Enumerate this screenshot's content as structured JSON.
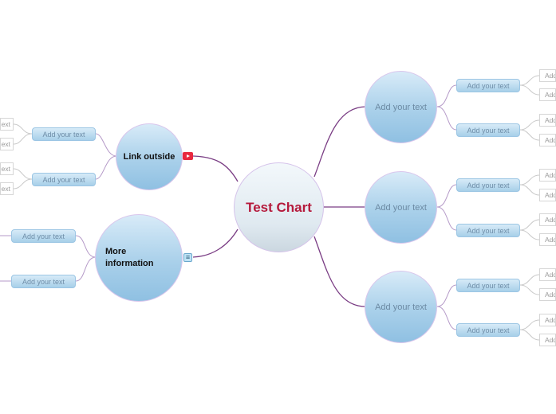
{
  "root": {
    "label": "Test Chart"
  },
  "left": [
    {
      "label": "Link outside",
      "icon": "video-link-icon",
      "children": [
        {
          "label": "Add your text",
          "leaves": [
            "ext",
            "ext"
          ]
        },
        {
          "label": "Add your text",
          "leaves": [
            "ext",
            "ext"
          ]
        }
      ]
    },
    {
      "label": "More information",
      "icon": "note-icon",
      "children": [
        {
          "label": "Add your text",
          "leaves": []
        },
        {
          "label": "Add your text",
          "leaves": []
        }
      ]
    }
  ],
  "right": [
    {
      "label": "Add your text",
      "children": [
        {
          "label": "Add your text",
          "leaves": [
            "Add",
            "Add"
          ]
        },
        {
          "label": "Add your text",
          "leaves": [
            "Add",
            "Add"
          ]
        }
      ]
    },
    {
      "label": "Add your text",
      "children": [
        {
          "label": "Add your text",
          "leaves": [
            "Add",
            "Add"
          ]
        },
        {
          "label": "Add your text",
          "leaves": [
            "Add",
            "Add"
          ]
        }
      ]
    },
    {
      "label": "Add your text",
      "children": [
        {
          "label": "Add your text",
          "leaves": [
            "Add",
            "Add"
          ]
        },
        {
          "label": "Add your text",
          "leaves": [
            "Add",
            "Add"
          ]
        }
      ]
    }
  ],
  "colors": {
    "root_text": "#b51a3c",
    "main_link": "#7a3d84",
    "sub_link": "#b59ac8",
    "leaf_link": "#c9c9c9"
  }
}
